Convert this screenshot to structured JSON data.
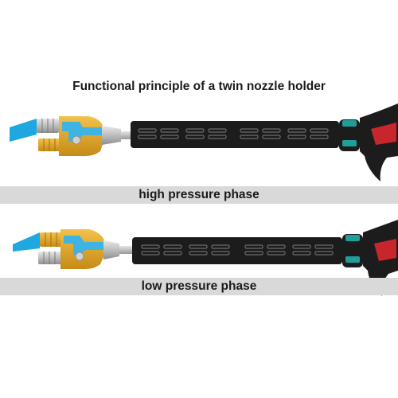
{
  "title": "Functional principle of a twin nozzle holder",
  "phases": [
    {
      "label": "high pressure phase",
      "active_nozzle": "front"
    },
    {
      "label": "low pressure phase",
      "active_nozzle": "rear"
    }
  ],
  "colors": {
    "spray": "#1ea7e1",
    "brass": "#e3ad2e",
    "channel": "#3fb4e2",
    "handle": "#1c1c1c",
    "lance": "#c8c8c8",
    "collar": "#1f9e9a",
    "trigger_red": "#c8262d",
    "band": "#d9d9d9"
  }
}
